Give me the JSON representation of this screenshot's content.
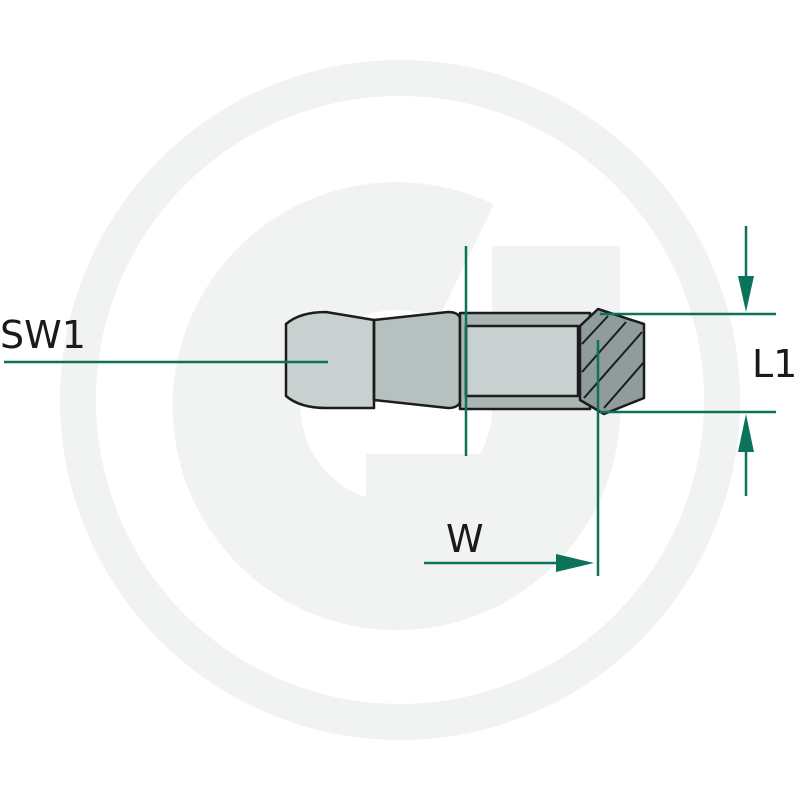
{
  "labels": {
    "sw1": "SW1",
    "l1": "L1",
    "w": "W"
  },
  "colors": {
    "background": "#ffffff",
    "watermark": "#f1f3f2",
    "dimension": "#0b7359",
    "outline": "#1c1c1c",
    "body_light": "#c8d1d0",
    "body_mid": "#b5c0bf",
    "thread": "#aab5b4",
    "hatch": "#7f8c8b"
  },
  "icons": {
    "watermark": "g-logo-watermark"
  }
}
